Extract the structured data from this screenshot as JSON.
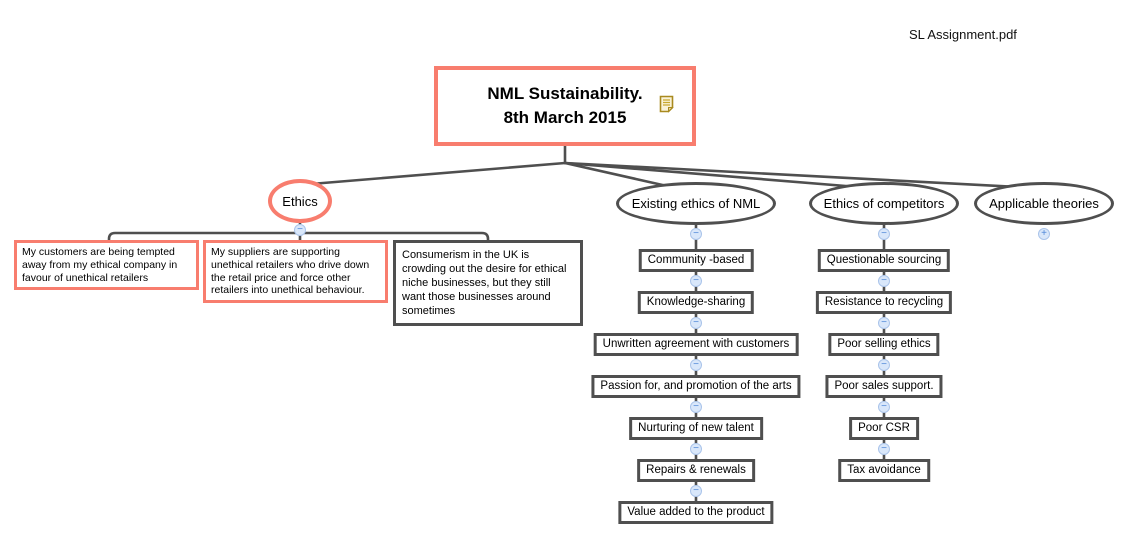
{
  "document_title": "SL Assignment.pdf",
  "root": {
    "title_line1": "NML Sustainability.",
    "title_line2": "8th March 2015",
    "note_icon": "note-icon"
  },
  "icons": {
    "collapse": "−",
    "expand": "+"
  },
  "branches": [
    {
      "label": "Ethics",
      "highlighted": true,
      "toggle": "−",
      "notes": [
        {
          "text": "My customers are being tempted away from my ethical company in favour of unethical retailers",
          "highlighted": true
        },
        {
          "text": "My suppliers are supporting unethical retailers who drive down the retail price and force other retailers into unethical behaviour.",
          "highlighted": true
        },
        {
          "text": "Consumerism in the UK is crowding out the desire for ethical niche businesses, but they still want those businesses around sometimes",
          "highlighted": false
        }
      ]
    },
    {
      "label": "Existing ethics of NML",
      "highlighted": false,
      "toggle": "−",
      "chain": [
        "Community -based",
        "Knowledge-sharing",
        "Unwritten agreement with customers",
        "Passion for, and promotion of the arts",
        "Nurturing of new talent",
        "Repairs & renewals",
        "Value added to the product"
      ]
    },
    {
      "label": "Ethics of competitors",
      "highlighted": false,
      "toggle": "−",
      "chain": [
        "Questionable sourcing",
        "Resistance to recycling",
        "Poor selling ethics",
        "Poor sales support.",
        "Poor CSR",
        "Tax avoidance"
      ]
    },
    {
      "label": "Applicable theories",
      "highlighted": false,
      "toggle": "+",
      "chain": []
    }
  ],
  "colors": {
    "highlight": "#f87d6e",
    "line": "#4f4f4f",
    "toggle_fill": "#d9e7fa",
    "toggle_border": "#aac4ea",
    "toggle_glyph": "#4e86d8",
    "note_icon_gold": "#a98a1f"
  }
}
